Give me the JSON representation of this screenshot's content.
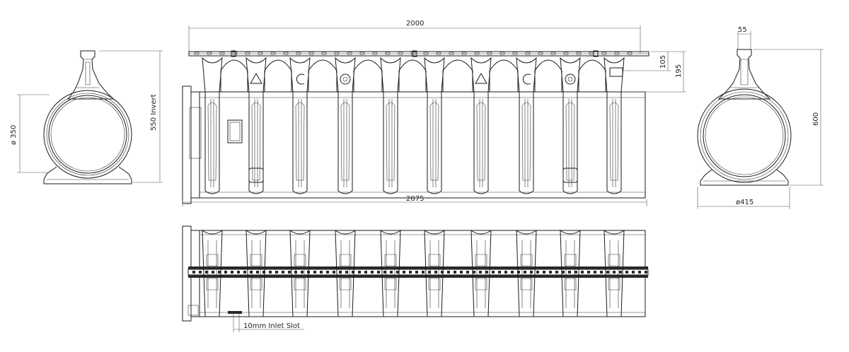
{
  "dimensions": {
    "top_length": "2000",
    "total_length": "2075",
    "height_105": "105",
    "height_195": "195",
    "invert": "550 Invert",
    "pipe_diameter": "ø 350",
    "top_width": "55",
    "height_600": "600",
    "base_width": "ø415",
    "inlet_slot": "10mm Inlet Slot"
  },
  "colors": {
    "line": "#1a1a1a",
    "background": "#ffffff"
  }
}
